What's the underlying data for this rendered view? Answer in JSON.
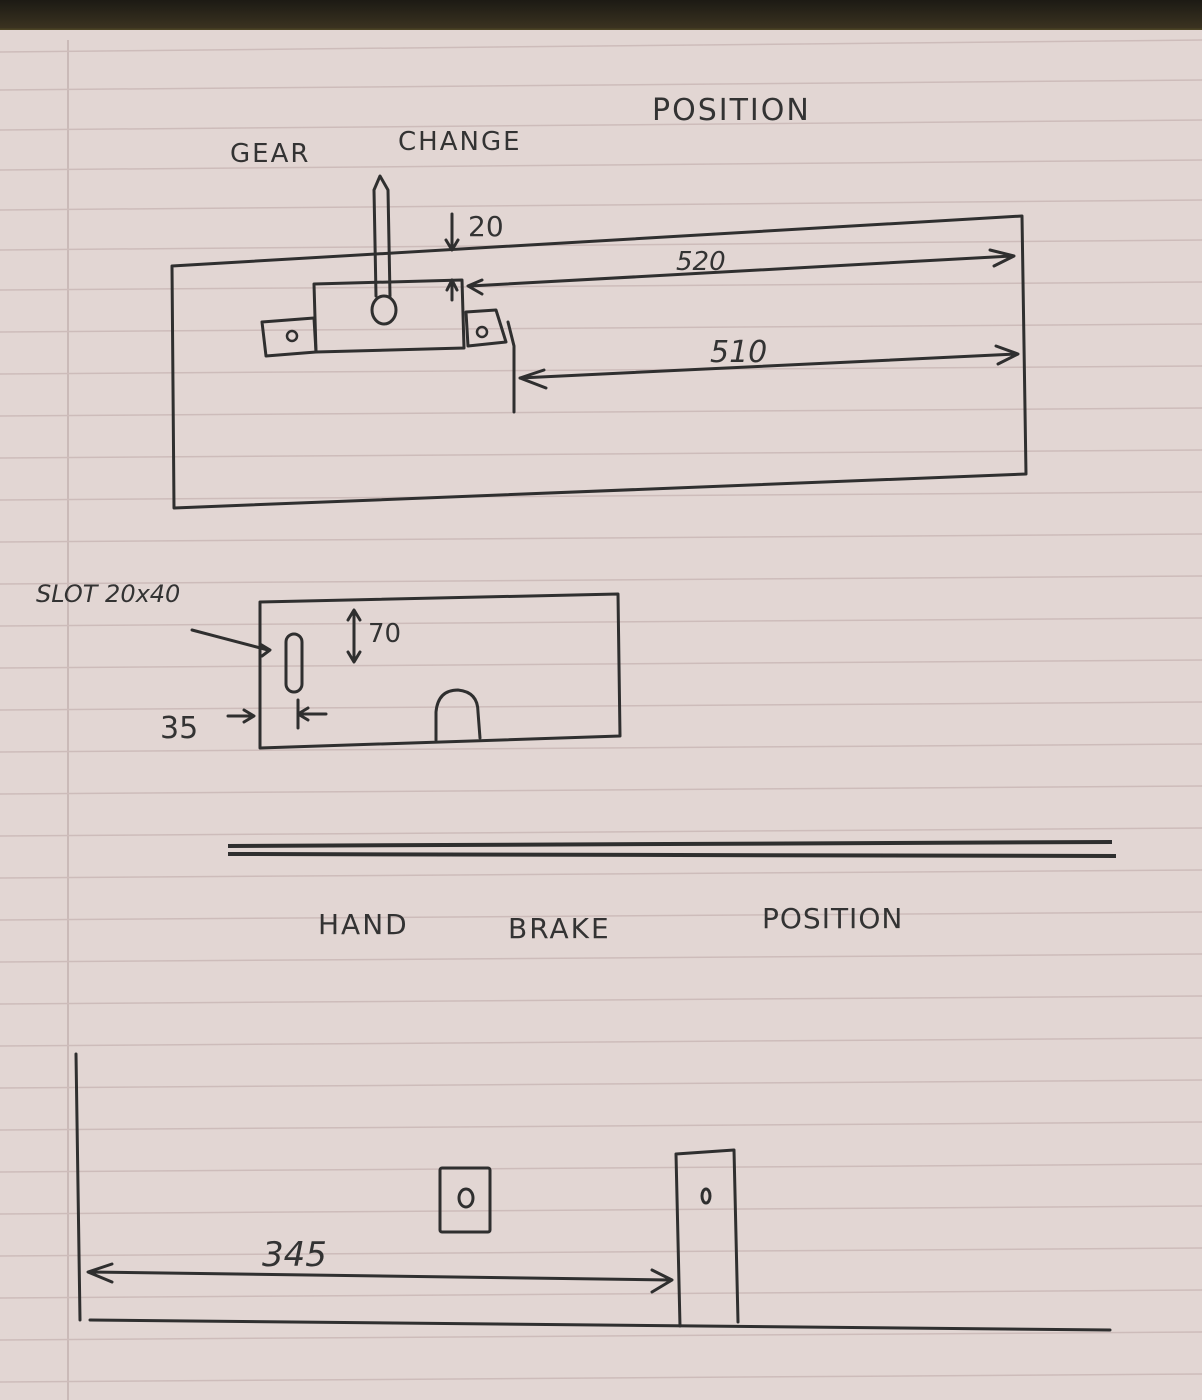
{
  "gear_change": {
    "title_words": [
      "GEAR",
      "CHANGE",
      "POSITION"
    ],
    "dim_top_offset": "20",
    "dim_long": "520",
    "dim_short": "510"
  },
  "slot_detail": {
    "slot_label": "SLOT 20x40",
    "dim_vertical": "70",
    "dim_side": "35"
  },
  "hand_brake": {
    "title_words": [
      "HAND",
      "BRAKE",
      "POSITION"
    ],
    "dim_length": "345"
  }
}
